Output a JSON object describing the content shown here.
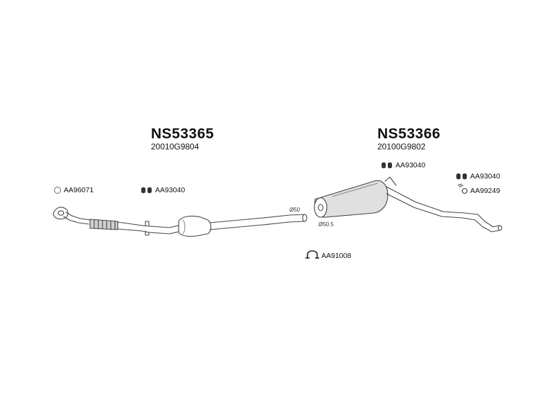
{
  "assemblies": [
    {
      "number": "NS53365",
      "part_ref": "20010G9804"
    },
    {
      "number": "NS53366",
      "part_ref": "20100G9802"
    }
  ],
  "parts": {
    "ring_left": "AA96071",
    "clamps_left": "AA93040",
    "clamps_right_top": "AA93040",
    "clamps_right_side": "AA93040",
    "hanger_right": "AA99249",
    "clamp_center": "AA91008"
  },
  "diameters": {
    "front_outlet": "Ø50",
    "rear_inlet": "Ø50.5"
  }
}
